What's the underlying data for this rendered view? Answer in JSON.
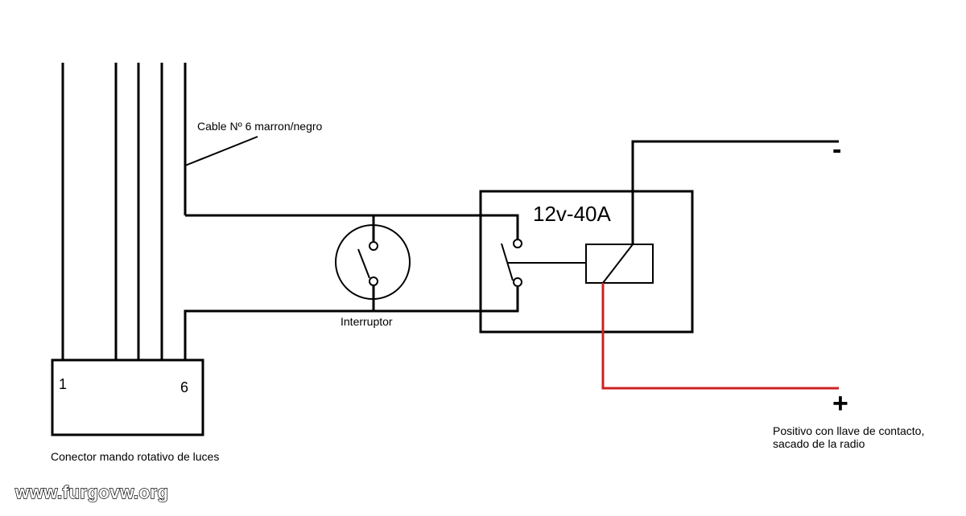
{
  "labels": {
    "cable": "Cable Nº 6 marron/negro",
    "relay_rating": "12v-40A",
    "switch": "Interruptor",
    "connector": "Conector mando rotativo de luces",
    "pin_1": "1",
    "pin_6": "6",
    "minus": "-",
    "plus": "+",
    "positive_line1": "Positivo con llave de contacto,",
    "positive_line2": "sacado de la radio",
    "watermark": "www.furgovw.org"
  },
  "colors": {
    "wire": "#000000",
    "positive_wire": "#cc2222"
  }
}
